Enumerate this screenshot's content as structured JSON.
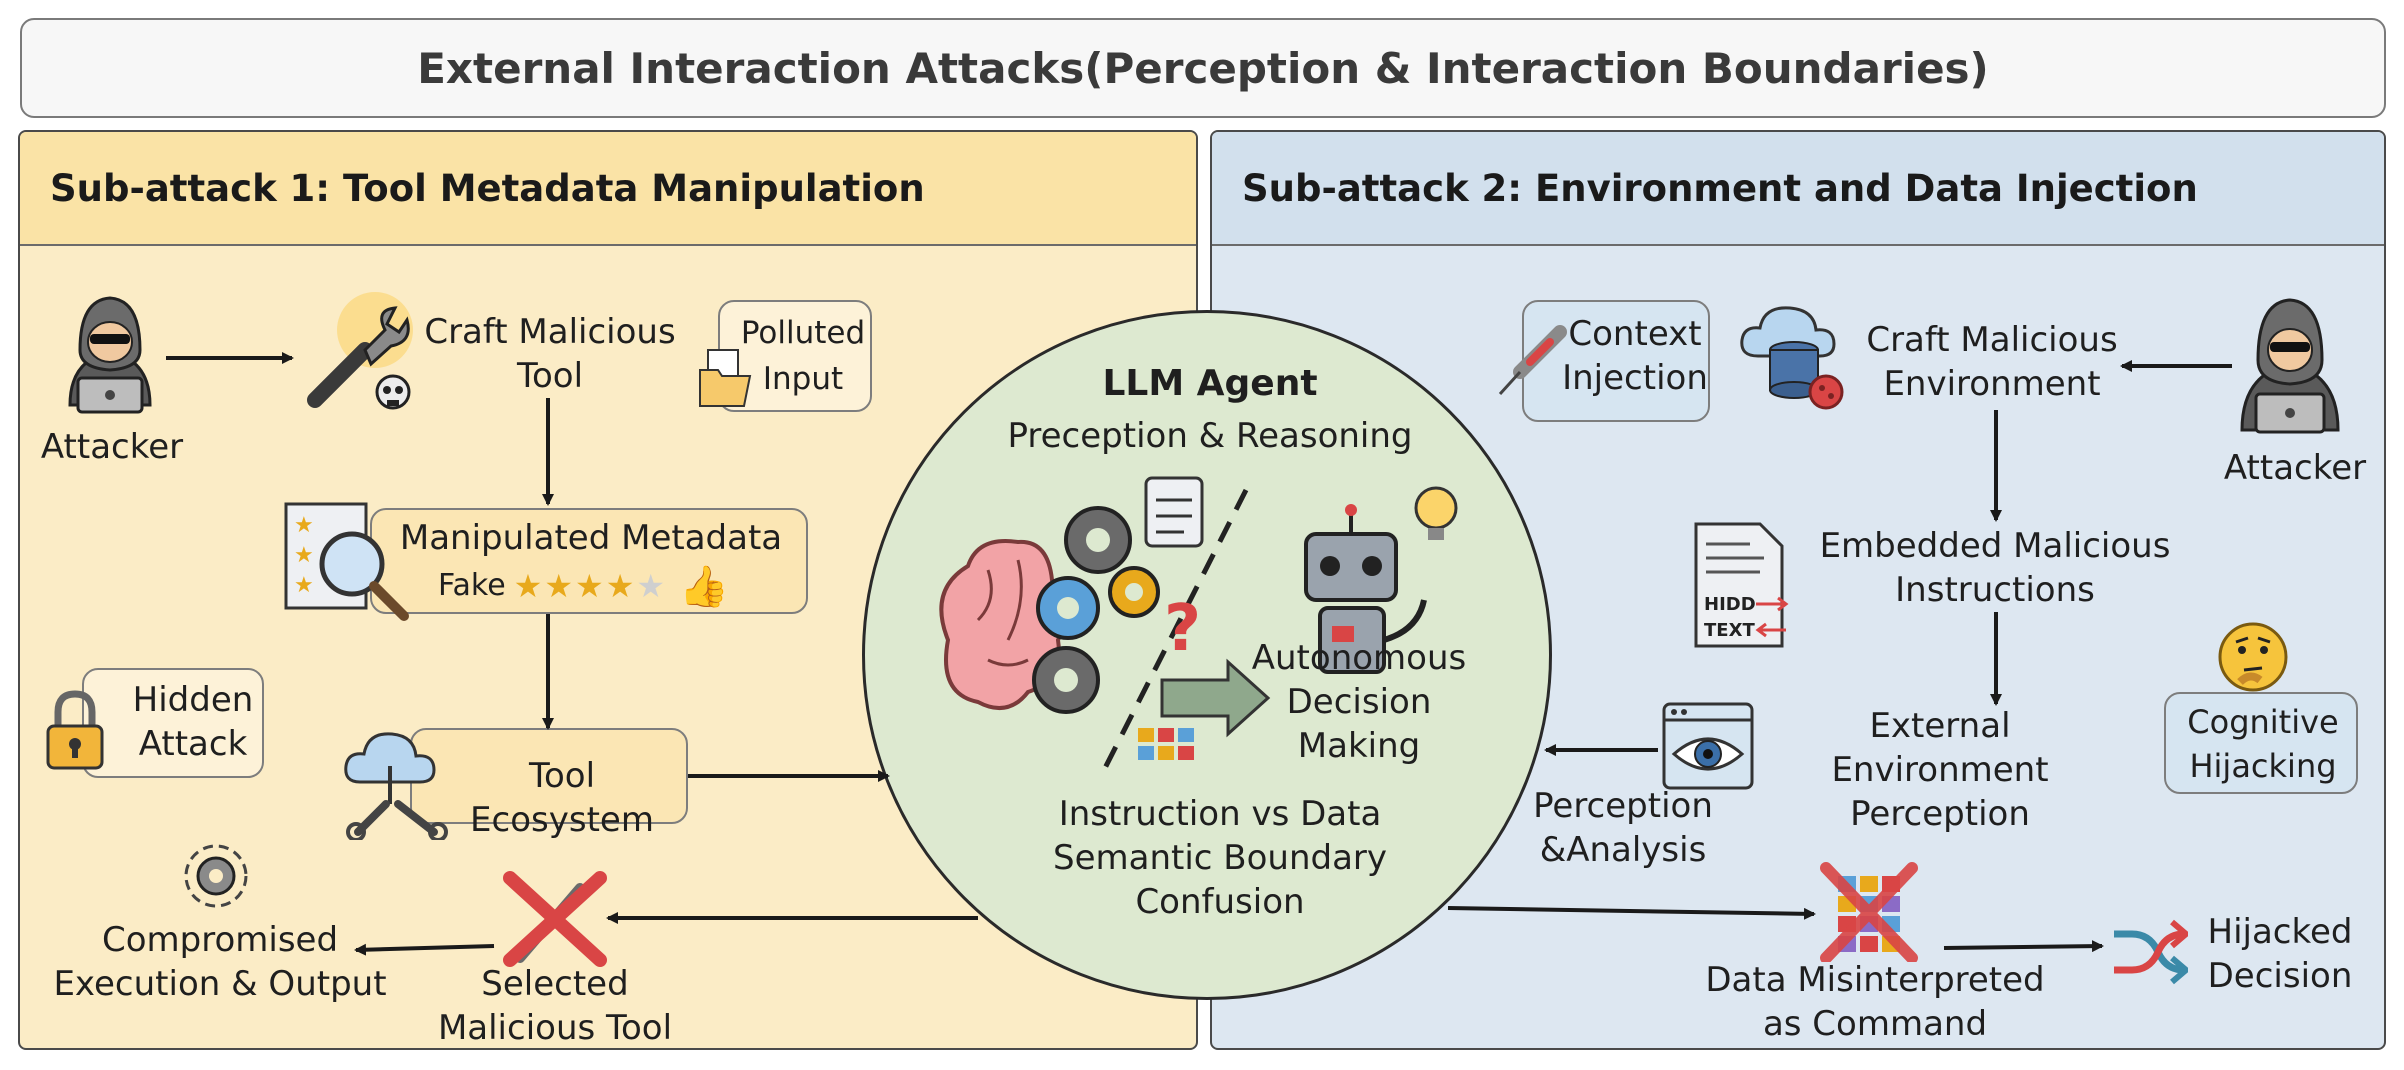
{
  "title": "External Interaction Attacks(Perception & Interaction Boundaries)",
  "left": {
    "header": "Sub-attack 1: Tool Metadata Manipulation",
    "attacker": "Attacker",
    "craft_tool": [
      "Craft Malicious",
      "Tool"
    ],
    "polluted_input": [
      "Polluted",
      "Input"
    ],
    "manipulated_metadata": "Manipulated Metadata",
    "fake_label": "Fake",
    "hidden_attack": [
      "Hidden",
      "Attack"
    ],
    "tool_ecosystem": "Tool Ecosystem",
    "compromised": [
      "Compromised",
      "Execution & Output"
    ],
    "selected_tool": [
      "Selected",
      "Malicious Tool"
    ]
  },
  "center": {
    "title": "LLM Agent",
    "subtitle": "Preception & Reasoning",
    "decision": [
      "Autonomous",
      "Decision",
      "Making"
    ],
    "confusion": [
      "Instruction vs Data",
      "Semantic Boundary",
      "Confusion"
    ],
    "hidd_text": [
      "HIDD",
      "TEXT"
    ]
  },
  "right": {
    "header": "Sub-attack 2: Environment and Data Injection",
    "context_injection": [
      "Context",
      "Injection"
    ],
    "craft_env": [
      "Craft Malicious",
      "Environment"
    ],
    "attacker": "Attacker",
    "embedded": [
      "Embedded Malicious",
      "Instructions"
    ],
    "cognitive": [
      "Cognitive",
      "Hijacking"
    ],
    "external_perception": [
      "External Environment",
      "Perception"
    ],
    "perception_analysis": [
      "Perception",
      "&Analysis"
    ],
    "data_misinterpreted": [
      "Data Misinterpreted",
      "as Command"
    ],
    "hijacked": [
      "Hijacked",
      "Decision"
    ]
  },
  "colors": {
    "left_panel": "#fbecc6",
    "right_panel": "#dde7f1",
    "circle": "#dde9d0",
    "danger_red": "#d94545"
  }
}
